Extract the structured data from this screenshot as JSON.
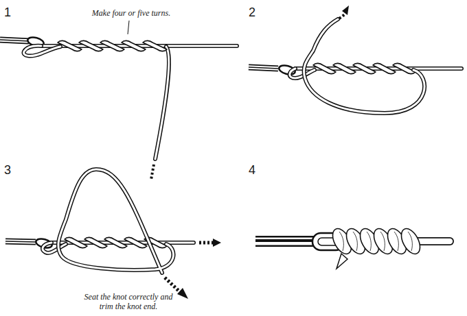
{
  "diagram": {
    "labels": [
      "1",
      "Make four or five turns.",
      "2",
      "3",
      "Seat the knot correctly and trim the knot end.",
      "4"
    ]
  }
}
